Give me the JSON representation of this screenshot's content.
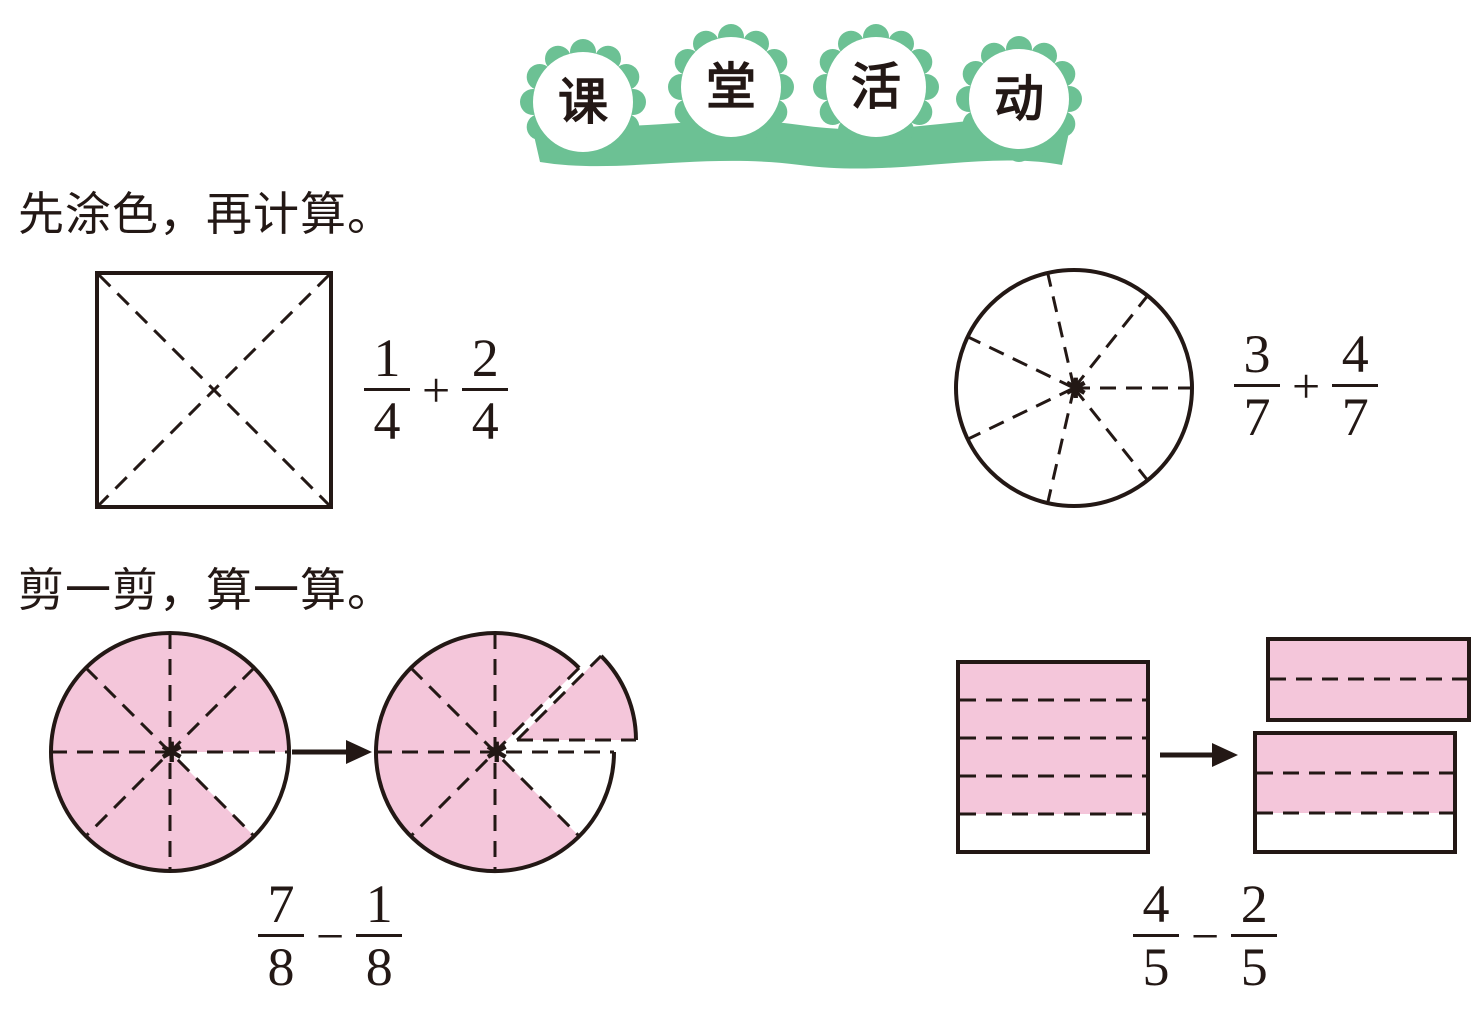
{
  "header": {
    "title_chars": [
      "课",
      "堂",
      "活",
      "动"
    ],
    "color": "#6cc194"
  },
  "section1": {
    "prompt": "先涂色，再计算。",
    "expr_a": {
      "n1": "1",
      "d1": "4",
      "op": "+",
      "n2": "2",
      "d2": "4"
    },
    "expr_b": {
      "n1": "3",
      "d1": "7",
      "op": "+",
      "n2": "4",
      "d2": "7"
    }
  },
  "section2": {
    "prompt": "剪一剪，算一算。",
    "expr_a": {
      "n1": "7",
      "d1": "8",
      "op": "−",
      "n2": "1",
      "d2": "8"
    },
    "expr_b": {
      "n1": "4",
      "d1": "5",
      "op": "−",
      "n2": "2",
      "d2": "5"
    },
    "fill_color": "#f4c6da"
  }
}
